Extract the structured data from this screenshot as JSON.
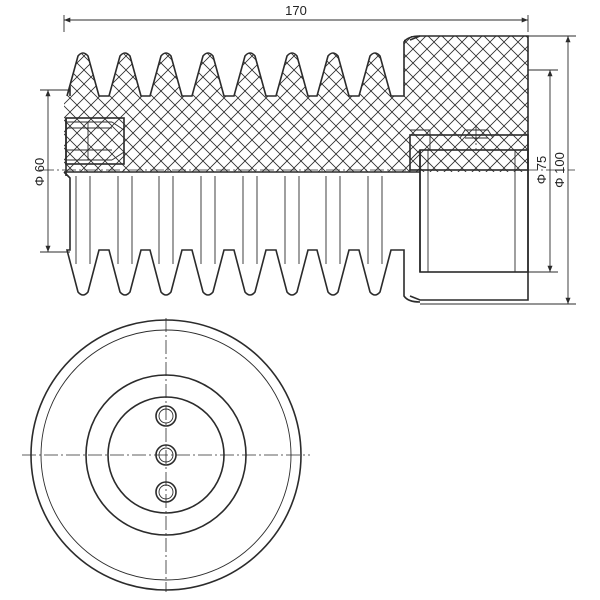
{
  "dimensions": {
    "length": "170",
    "diameter_inner": "Φ 60",
    "diameter_mid": "Φ 75",
    "diameter_outer": "Φ 100"
  },
  "colors": {
    "line": "#2b2b2b",
    "background": "#ffffff"
  }
}
